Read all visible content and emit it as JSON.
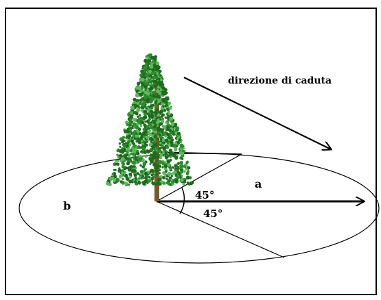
{
  "diagram": {
    "fall_direction_label": "direzione di caduta",
    "angle_upper_label": "45°",
    "angle_lower_label": "45°",
    "area_a_label": "a",
    "area_b_label": "b",
    "colors": {
      "line": "#000000",
      "foliage_dark": "#1e6b1e",
      "foliage_mid": "#2e8b2e",
      "foliage_light": "#5cb85c",
      "trunk": "#7a5a2a",
      "background": "#ffffff"
    }
  }
}
